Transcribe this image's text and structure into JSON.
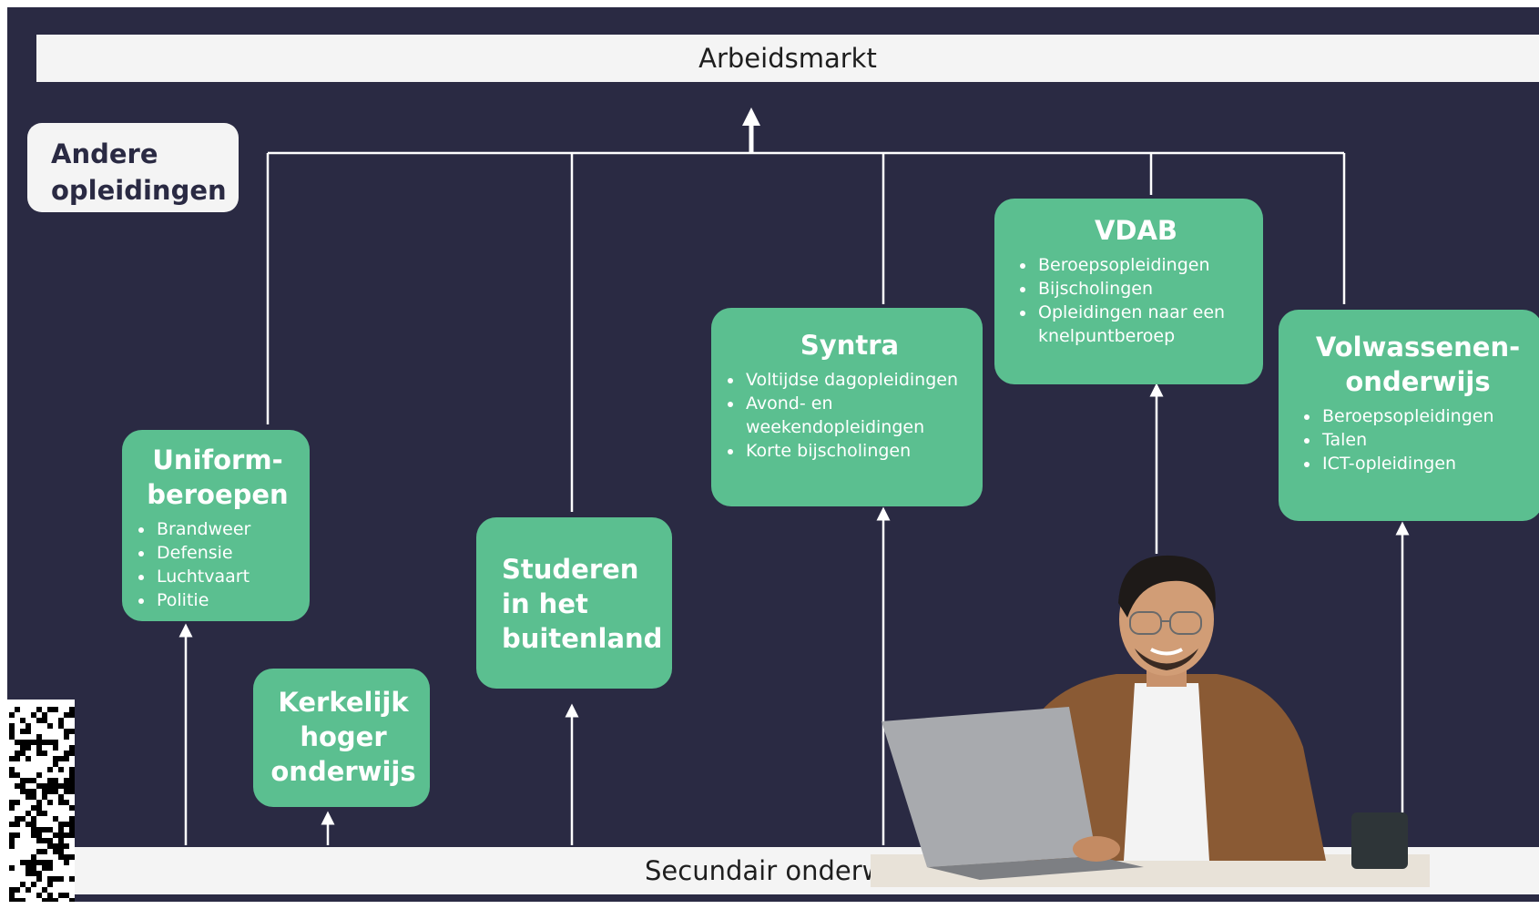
{
  "top_bar": {
    "label": "Arbeidsmarkt"
  },
  "bottom_bar": {
    "label": "Secundair onderw"
  },
  "other_box": {
    "label": "Andere\nopleidingen"
  },
  "boxes": {
    "uniform": {
      "title": "Uniform-\nberoepen",
      "items": [
        "Brandweer",
        "Defensie",
        "Luchtvaart",
        "Politie"
      ]
    },
    "kerkelijk": {
      "title": "Kerkelijk\nhoger\nonderwijs"
    },
    "studeren": {
      "title": "Studeren\nin het\nbuitenland"
    },
    "syntra": {
      "title": "Syntra",
      "items": [
        "Voltijdse dagopleidingen",
        "Avond- en weekendopleidingen",
        "Korte bijscholingen"
      ]
    },
    "vdab": {
      "title": "VDAB",
      "items": [
        "Beroepsopleidingen",
        "Bijscholingen",
        "Opleidingen naar een knelpuntberoep"
      ]
    },
    "volwassenen": {
      "title": "Volwassenen-\nonderwijs",
      "items": [
        "Beroepsopleidingen",
        "Talen",
        "ICT-opleidingen"
      ]
    }
  },
  "colors": {
    "background": "#2a2a43",
    "box_green": "#5bbf90",
    "bar_light": "#f4f4f4",
    "line_white": "#ffffff"
  }
}
